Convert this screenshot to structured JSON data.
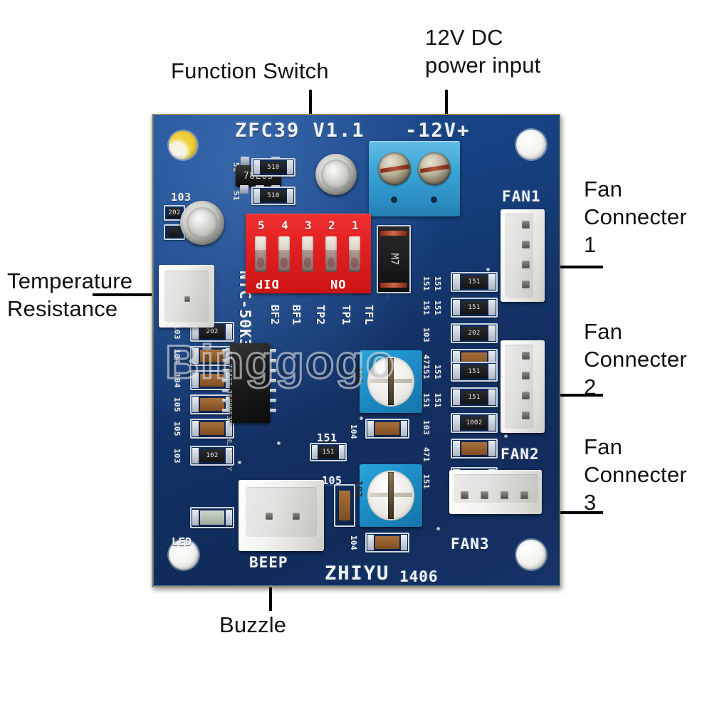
{
  "image": {
    "subject": "ZFC39 V1.1 PWM 12V PC CPU fan temperature control speed controller board",
    "background_color": "#ffffff"
  },
  "annotations": [
    {
      "id": "function-switch",
      "label": "Function Switch",
      "lines": [
        "Function Switch"
      ]
    },
    {
      "id": "power-input",
      "label": "12V DC power input",
      "lines": [
        "12V DC",
        "power input"
      ]
    },
    {
      "id": "fan-connector-1",
      "label": "Fan Connecter 1",
      "lines": [
        "Fan",
        "Connecter",
        "1"
      ]
    },
    {
      "id": "fan-connector-2",
      "label": "Fan Connecter 2",
      "lines": [
        "Fan",
        "Connecter",
        "2"
      ]
    },
    {
      "id": "fan-connector-3",
      "label": "Fan Connecter 3",
      "lines": [
        "Fan",
        "Connecter",
        "3"
      ]
    },
    {
      "id": "temperature-resistance",
      "label": "Temperature Resistance",
      "lines": [
        "Temperature",
        "Resistance"
      ]
    },
    {
      "id": "buzzle",
      "label": "Buzzle",
      "lines": [
        "Buzzle"
      ]
    }
  ],
  "board": {
    "color": "#13417f",
    "silkscreen": {
      "title": "ZFC39 V1.1",
      "power_polarity": "-12V+",
      "brand": "ZHIYU",
      "date_code": "1406",
      "thermistor": "NTC-50K3950",
      "beep": "BEEP",
      "led": "LED",
      "fan1": "FAN1",
      "fan2": "FAN2",
      "fan3": "FAN3",
      "dip_on": "ON",
      "dip_dip": "DIP",
      "test_points": [
        "BF2",
        "BF1",
        "TP2",
        "TP1",
        "TFL"
      ],
      "regulator": "78L05",
      "diode": "M7",
      "ic_marking": "ST 78477 3500BF3P6 PHL 520 Y",
      "left_resistor_codes": [
        "103",
        "104",
        "104",
        "105",
        "105",
        "103"
      ],
      "left_resistor_values": [
        "202",
        "",
        "",
        "",
        "",
        "102"
      ],
      "top_left_code": "103",
      "top_codes": [
        "51",
        "510",
        "51",
        "510"
      ],
      "fan1_codes": [
        "151",
        "151",
        "151",
        "151",
        "103",
        "471"
      ],
      "fan1_values": [
        "151",
        "151",
        "202",
        ""
      ],
      "fan2_codes": [
        "151",
        "151",
        "151",
        "151",
        "103",
        "471",
        "151"
      ],
      "fan2_values": [
        "151",
        "151",
        "1002",
        "",
        "151"
      ],
      "center_codes": [
        "151",
        "105",
        "104",
        "104"
      ],
      "trimpot_code": "103"
    },
    "dip_switch": {
      "color": "#e02020",
      "positions": [
        "5",
        "4",
        "3",
        "2",
        "1"
      ],
      "left_label": "DIP",
      "right_label": "ON"
    },
    "terminal": {
      "color": "#33a2d4",
      "label": "-12V+",
      "poles": 2
    },
    "connectors": [
      {
        "name": "FAN1",
        "pins": 4,
        "orientation": "vertical"
      },
      {
        "name": "FAN2",
        "pins": 4,
        "orientation": "vertical"
      },
      {
        "name": "FAN3",
        "pins": 4,
        "orientation": "horizontal"
      },
      {
        "name": "BEEP",
        "pins": 2,
        "orientation": "horizontal"
      }
    ]
  },
  "watermark": {
    "text": "Binggogo"
  }
}
